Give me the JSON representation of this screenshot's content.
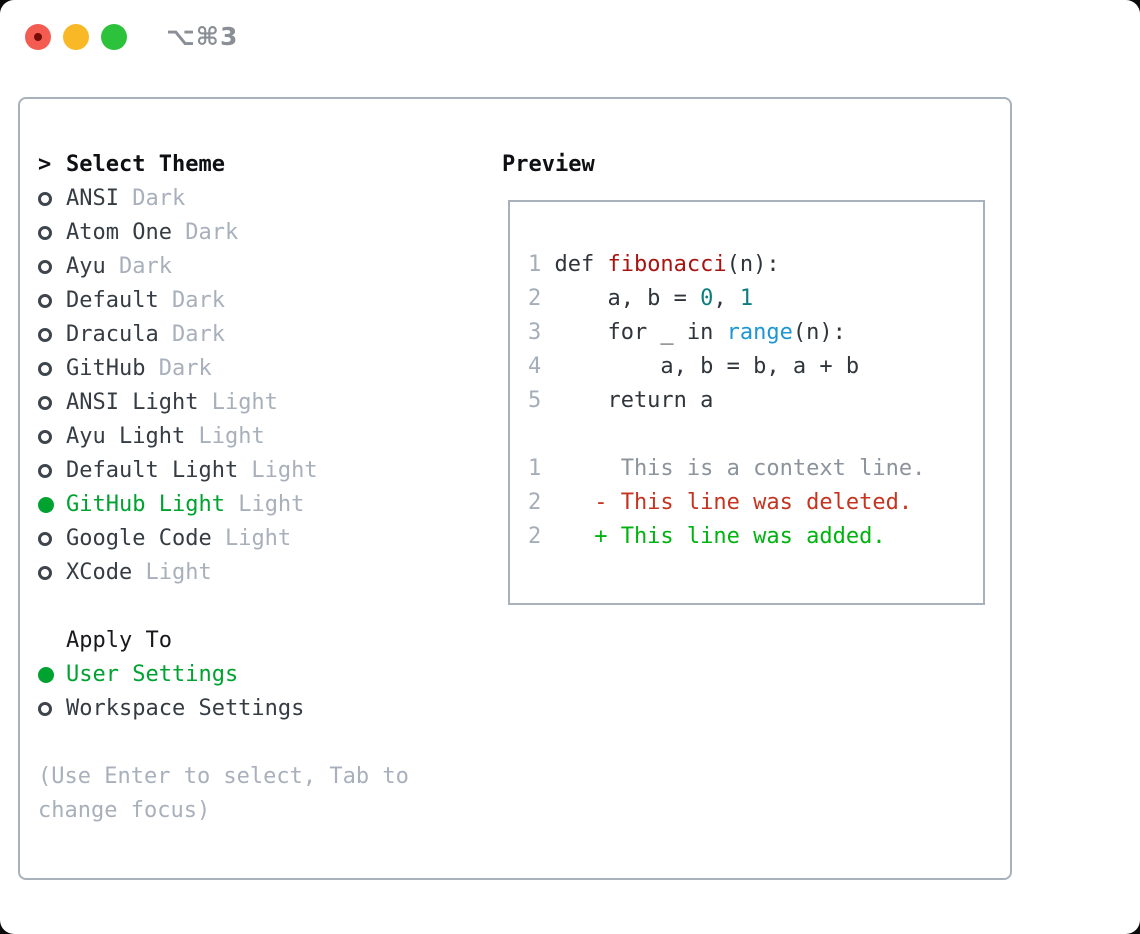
{
  "window": {
    "title": "⌥⌘3",
    "traffic_lights": [
      "close",
      "minimize",
      "zoom"
    ]
  },
  "theme_selector": {
    "header": {
      "marker": ">",
      "label": "Select Theme"
    },
    "items": [
      {
        "name": "ANSI",
        "variant": "Dark",
        "selected": false
      },
      {
        "name": "Atom One",
        "variant": "Dark",
        "selected": false
      },
      {
        "name": "Ayu",
        "variant": "Dark",
        "selected": false
      },
      {
        "name": "Default",
        "variant": "Dark",
        "selected": false
      },
      {
        "name": "Dracula",
        "variant": "Dark",
        "selected": false
      },
      {
        "name": "GitHub",
        "variant": "Dark",
        "selected": false
      },
      {
        "name": "ANSI Light",
        "variant": "Light",
        "selected": false
      },
      {
        "name": "Ayu Light",
        "variant": "Light",
        "selected": false
      },
      {
        "name": "Default Light",
        "variant": "Light",
        "selected": false
      },
      {
        "name": "GitHub Light",
        "variant": "Light",
        "selected": true
      },
      {
        "name": "Google Code",
        "variant": "Light",
        "selected": false
      },
      {
        "name": "XCode",
        "variant": "Light",
        "selected": false
      }
    ]
  },
  "apply_to": {
    "label": "Apply To",
    "options": [
      {
        "name": "User Settings",
        "selected": true
      },
      {
        "name": "Workspace Settings",
        "selected": false
      }
    ]
  },
  "hint": {
    "lines": [
      "(Use Enter to select, Tab to",
      "change focus)"
    ]
  },
  "preview": {
    "title": "Preview",
    "lines": [
      {
        "num": "1",
        "segments": [
          {
            "text": "def ",
            "style": "plain"
          },
          {
            "text": "fibonacci",
            "style": "function"
          },
          {
            "text": "(n):",
            "style": "plain"
          }
        ]
      },
      {
        "num": "2",
        "segments": [
          {
            "text": "    a, b = ",
            "style": "plain"
          },
          {
            "text": "0",
            "style": "number"
          },
          {
            "text": ", ",
            "style": "plain"
          },
          {
            "text": "1",
            "style": "number"
          }
        ]
      },
      {
        "num": "3",
        "segments": [
          {
            "text": "    for _ in ",
            "style": "plain"
          },
          {
            "text": "range",
            "style": "builtin"
          },
          {
            "text": "(n):",
            "style": "plain"
          }
        ]
      },
      {
        "num": "4",
        "segments": [
          {
            "text": "        a, b = b, a + b",
            "style": "plain"
          }
        ]
      },
      {
        "num": "5",
        "segments": [
          {
            "text": "    return a",
            "style": "plain"
          }
        ]
      },
      {
        "num": "",
        "segments": []
      },
      {
        "num": "1",
        "segments": [
          {
            "text": "     This is a context line.",
            "style": "context"
          }
        ]
      },
      {
        "num": "2",
        "segments": [
          {
            "text": "   - This line was deleted.",
            "style": "deleted"
          }
        ]
      },
      {
        "num": "2",
        "segments": [
          {
            "text": "   + This line was added.",
            "style": "added"
          }
        ]
      }
    ]
  },
  "colors": {
    "accent_green": "#00a32f",
    "list_text": "#363c43",
    "muted_gray": "#a8b0bb",
    "panel_border": "#a9b1ba",
    "code_plain": "#2f353b",
    "code_function_red": "#a81410",
    "code_number_teal": "#0d7e80",
    "code_builtin_blue": "#1d96d2",
    "diff_context_gray": "#8b939c",
    "diff_deleted_red": "#c43420",
    "diff_added_green": "#00b30f",
    "traffic_red": "#f45c52",
    "traffic_yellow": "#f9b825",
    "traffic_green": "#2dc23c"
  }
}
